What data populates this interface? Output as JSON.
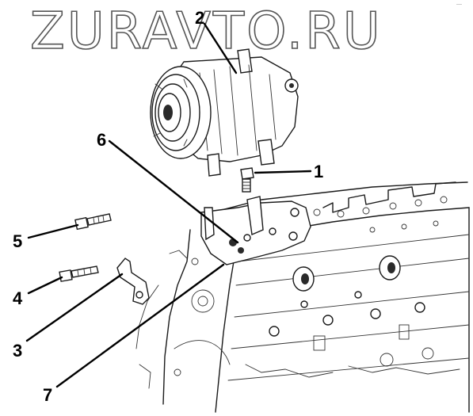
{
  "watermark": "ZURAVTO.RU",
  "corner_mark": "—",
  "callouts": [
    "1",
    "2",
    "3",
    "4",
    "5",
    "6",
    "7"
  ]
}
